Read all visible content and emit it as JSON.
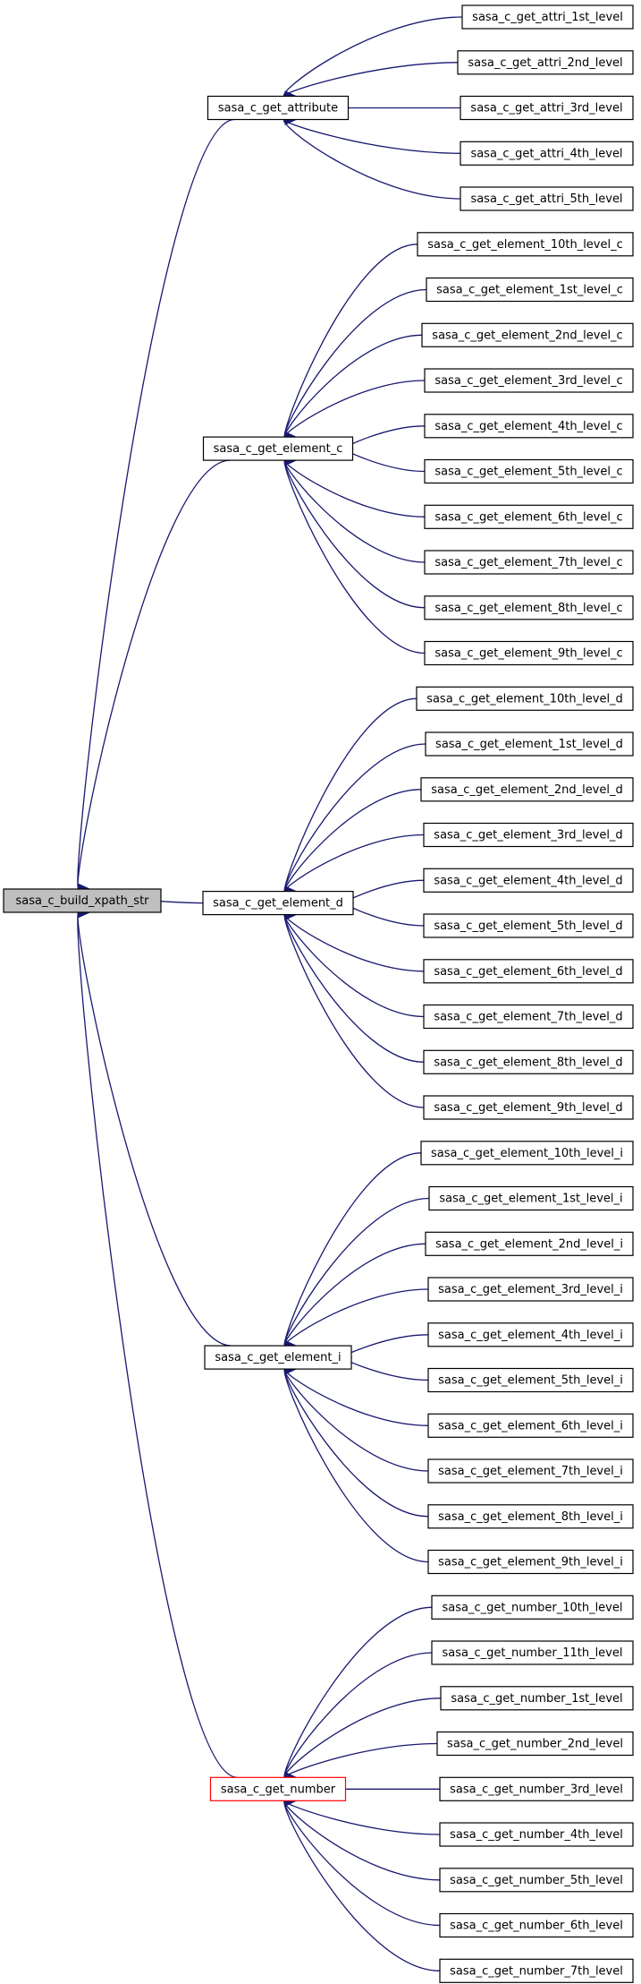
{
  "colors": {
    "edge": "#191970",
    "root_fill": "#bfbfbf",
    "node_border": "#000000",
    "highlight_border": "#ff0000"
  },
  "root": "sasa_c_build_xpath_str",
  "groups": [
    {
      "name": "sasa_c_get_attribute",
      "highlight": false,
      "children": [
        "sasa_c_get_attri_1st_level",
        "sasa_c_get_attri_2nd_level",
        "sasa_c_get_attri_3rd_level",
        "sasa_c_get_attri_4th_level",
        "sasa_c_get_attri_5th_level"
      ]
    },
    {
      "name": "sasa_c_get_element_c",
      "highlight": false,
      "children": [
        "sasa_c_get_element_10th_level_c",
        "sasa_c_get_element_1st_level_c",
        "sasa_c_get_element_2nd_level_c",
        "sasa_c_get_element_3rd_level_c",
        "sasa_c_get_element_4th_level_c",
        "sasa_c_get_element_5th_level_c",
        "sasa_c_get_element_6th_level_c",
        "sasa_c_get_element_7th_level_c",
        "sasa_c_get_element_8th_level_c",
        "sasa_c_get_element_9th_level_c"
      ]
    },
    {
      "name": "sasa_c_get_element_d",
      "highlight": false,
      "children": [
        "sasa_c_get_element_10th_level_d",
        "sasa_c_get_element_1st_level_d",
        "sasa_c_get_element_2nd_level_d",
        "sasa_c_get_element_3rd_level_d",
        "sasa_c_get_element_4th_level_d",
        "sasa_c_get_element_5th_level_d",
        "sasa_c_get_element_6th_level_d",
        "sasa_c_get_element_7th_level_d",
        "sasa_c_get_element_8th_level_d",
        "sasa_c_get_element_9th_level_d"
      ]
    },
    {
      "name": "sasa_c_get_element_i",
      "highlight": false,
      "children": [
        "sasa_c_get_element_10th_level_i",
        "sasa_c_get_element_1st_level_i",
        "sasa_c_get_element_2nd_level_i",
        "sasa_c_get_element_3rd_level_i",
        "sasa_c_get_element_4th_level_i",
        "sasa_c_get_element_5th_level_i",
        "sasa_c_get_element_6th_level_i",
        "sasa_c_get_element_7th_level_i",
        "sasa_c_get_element_8th_level_i",
        "sasa_c_get_element_9th_level_i"
      ]
    },
    {
      "name": "sasa_c_get_number",
      "highlight": true,
      "children": [
        "sasa_c_get_number_10th_level",
        "sasa_c_get_number_11th_level",
        "sasa_c_get_number_1st_level",
        "sasa_c_get_number_2nd_level",
        "sasa_c_get_number_3rd_level",
        "sasa_c_get_number_4th_level",
        "sasa_c_get_number_5th_level",
        "sasa_c_get_number_6th_level",
        "sasa_c_get_number_7th_level"
      ]
    }
  ]
}
